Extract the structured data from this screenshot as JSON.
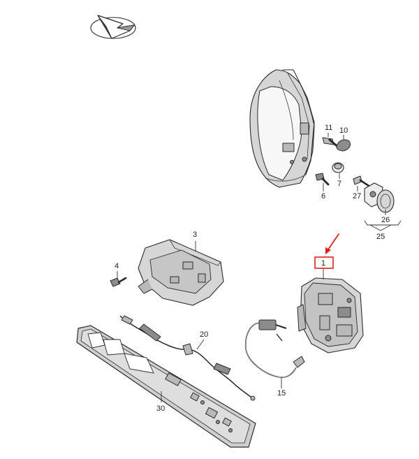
{
  "labels": {
    "p1": "1",
    "p3": "3",
    "p4": "4",
    "p6": "6",
    "p7": "7",
    "p10": "10",
    "p11": "11",
    "p15": "15",
    "p20": "20",
    "p25": "25",
    "p26": "26",
    "p27": "27",
    "p30": "30"
  },
  "colors": {
    "highlight": "#e0201a",
    "line": "#2a2a2a",
    "part_fill": "#d6d6d6"
  },
  "icons": {
    "orientation": "direction-arrow-emblem"
  }
}
